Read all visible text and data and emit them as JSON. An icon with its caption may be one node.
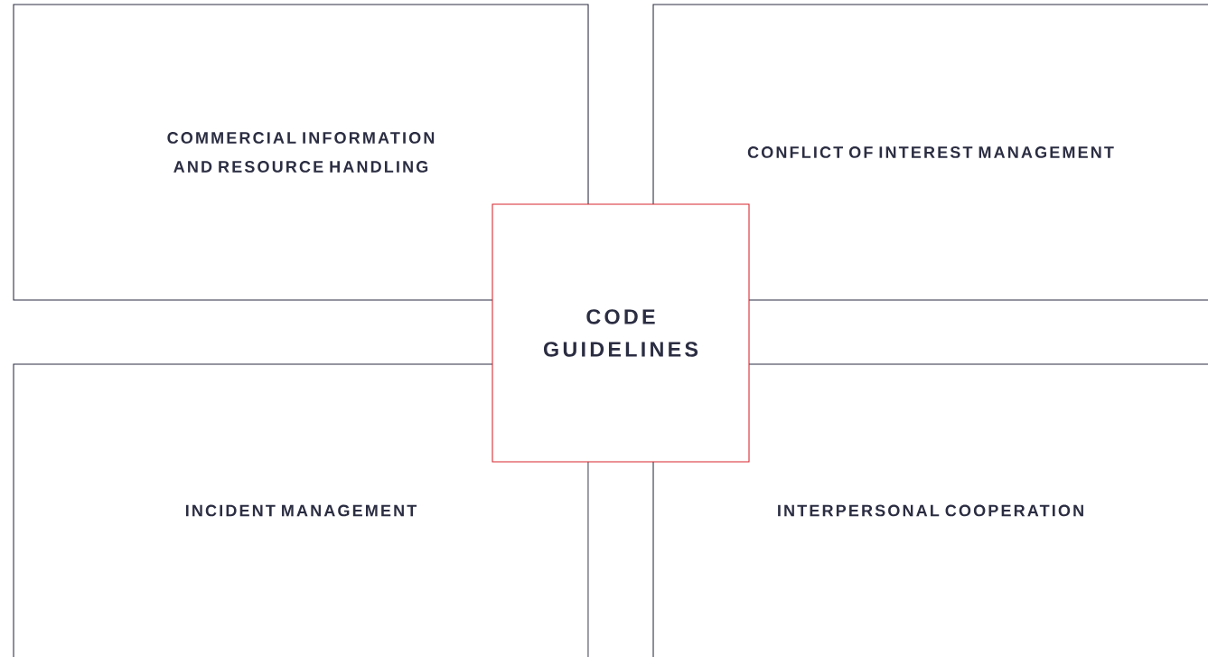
{
  "diagram": {
    "nodes": [
      {
        "text": [
          "COMMERCIAL INFORMATION AND RESOURCE HANDLING"
        ]
      },
      {
        "text": [
          "CONFLICT OF INTEREST MANAGEMENT"
        ]
      },
      {
        "text": [
          "INCIDENT MANAGEMENT"
        ]
      },
      {
        "text": [
          "INTERPERSONAL COOPERATION"
        ]
      },
      {
        "text": [
          "CODE GUIDELINES"
        ]
      }
    ]
  }
}
